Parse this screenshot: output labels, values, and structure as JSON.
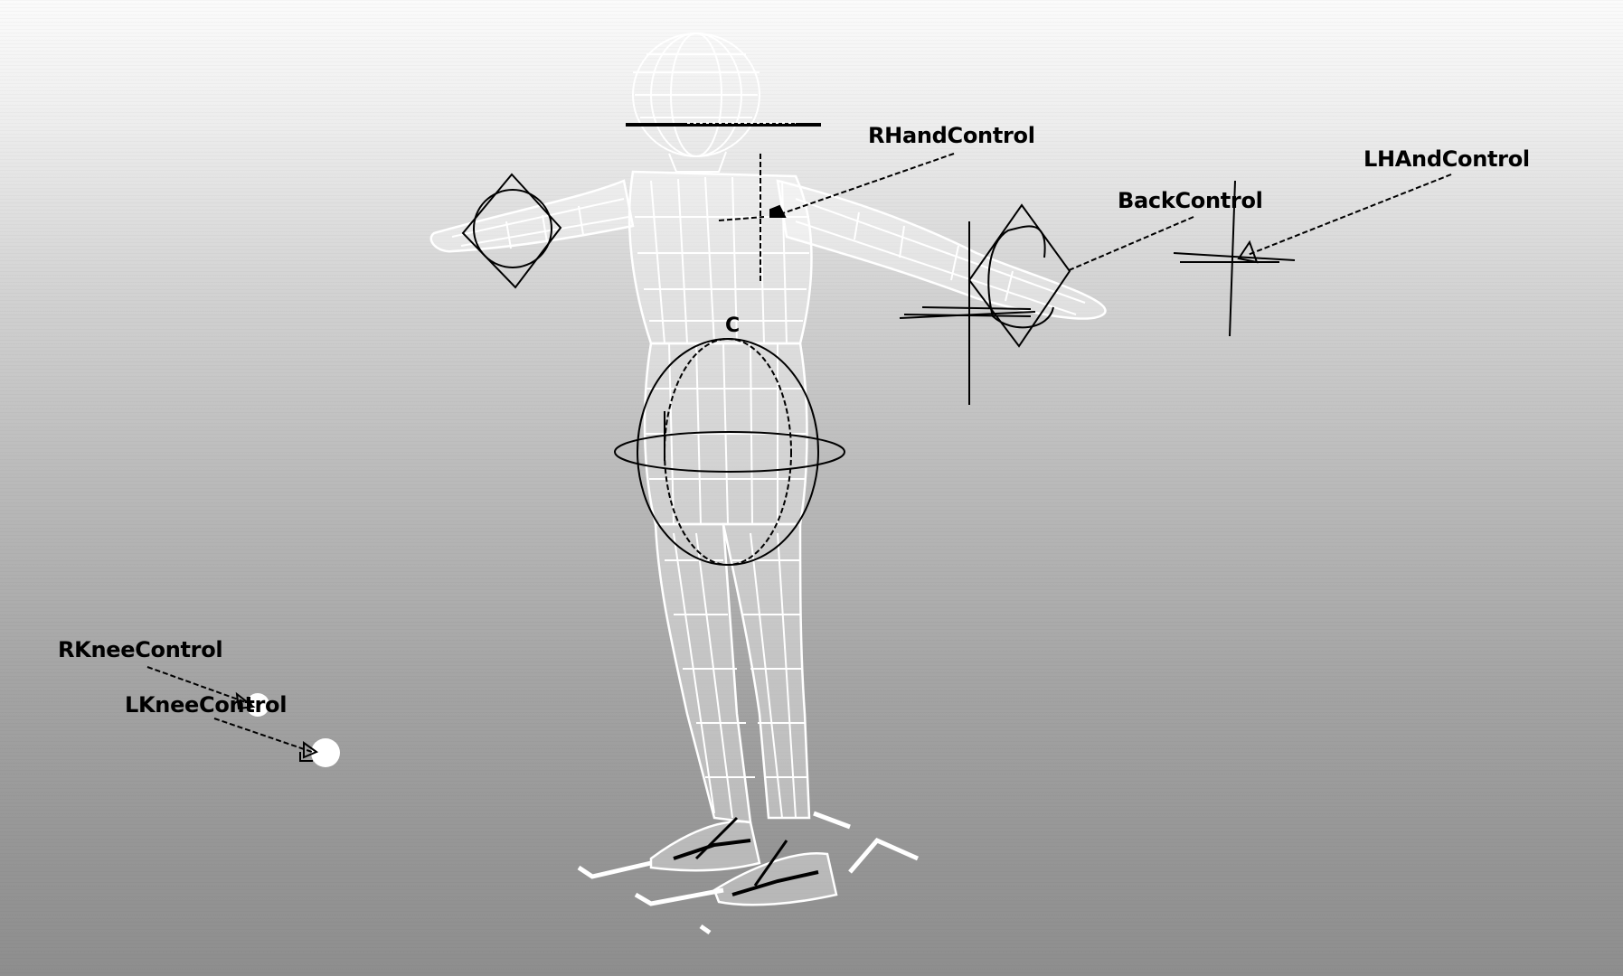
{
  "viewport": {
    "background_top": "#fbfbfb",
    "background_bottom": "#8e8e8e",
    "mesh_color": "#ffffff",
    "control_color": "#000000"
  },
  "controls": {
    "rhand": {
      "label": "RHandControl"
    },
    "lhand": {
      "label": "LHAndControl"
    },
    "back": {
      "label": "BackControl"
    },
    "rknee": {
      "label": "RKneeControl"
    },
    "lknee": {
      "label": "LKneeControl"
    },
    "center": {
      "label": "C"
    }
  }
}
